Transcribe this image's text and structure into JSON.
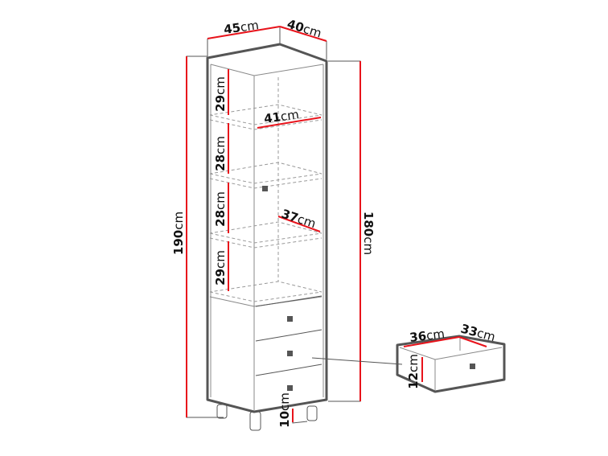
{
  "colors": {
    "dimension_line": "#e8131b",
    "outline": "#555555",
    "background": "#ffffff"
  },
  "dimensions": {
    "width": {
      "value": "45",
      "unit": "cm"
    },
    "depth": {
      "value": "40",
      "unit": "cm"
    },
    "total_height": {
      "value": "190",
      "unit": "cm"
    },
    "body_height": {
      "value": "180",
      "unit": "cm"
    },
    "shelf_gaps": [
      {
        "value": "29",
        "unit": "cm"
      },
      {
        "value": "28",
        "unit": "cm"
      },
      {
        "value": "28",
        "unit": "cm"
      },
      {
        "value": "29",
        "unit": "cm"
      }
    ],
    "shelf_width": {
      "value": "41",
      "unit": "cm"
    },
    "shelf_depth": {
      "value": "37",
      "unit": "cm"
    },
    "leg_height": {
      "value": "10",
      "unit": "cm"
    }
  },
  "drawer_detail": {
    "width": {
      "value": "36",
      "unit": "cm"
    },
    "depth": {
      "value": "33",
      "unit": "cm"
    },
    "height": {
      "value": "12",
      "unit": "cm"
    }
  }
}
